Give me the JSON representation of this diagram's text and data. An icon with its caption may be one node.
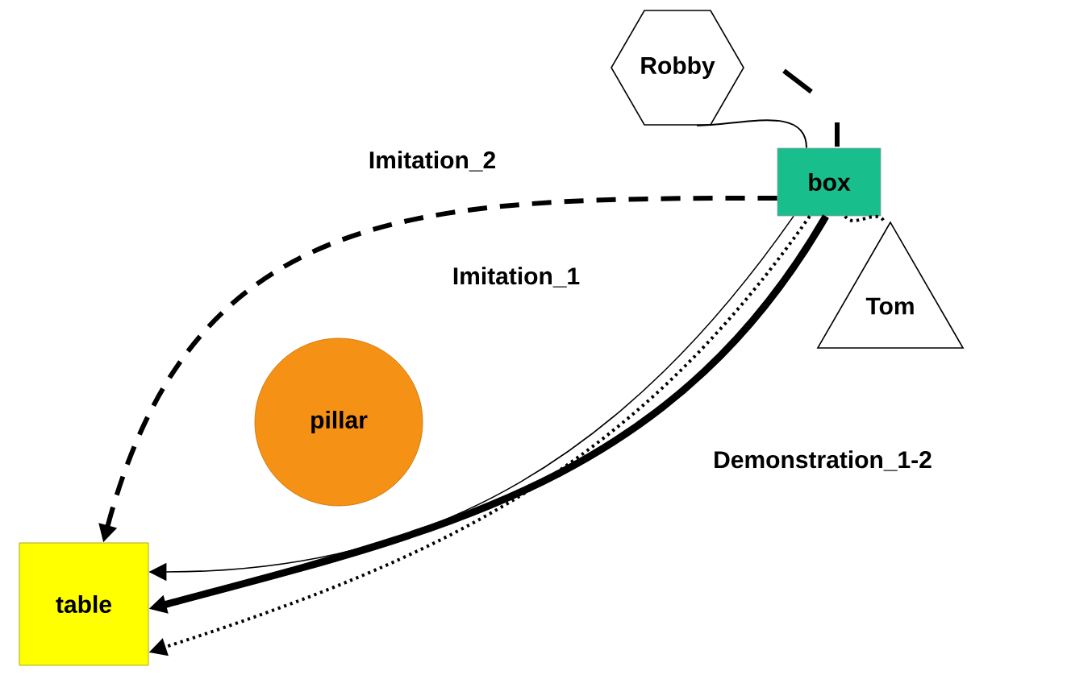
{
  "diagram": {
    "nodes": [
      {
        "text": [
          "Robby"
        ]
      },
      {
        "text": [
          "box"
        ]
      },
      {
        "text": [
          "Tom"
        ]
      },
      {
        "text": [
          "pillar"
        ]
      },
      {
        "text": [
          "table"
        ]
      }
    ],
    "edges": [
      {
        "from": 1,
        "to": 4,
        "arrow": "to",
        "style": "dashed",
        "label": "Imitation_2"
      },
      {
        "from": 1,
        "to": 4,
        "arrow": "to",
        "label": "Imitation_1"
      },
      {
        "from": 1,
        "to": 4,
        "arrow": "to",
        "style": "thick",
        "label": "Demonstration_1-2"
      },
      {
        "from": 1,
        "to": 4,
        "arrow": "to",
        "style": "dashed"
      },
      {
        "from": 0,
        "to": 1,
        "arrow": "none"
      },
      {
        "from": 1,
        "to": 2,
        "arrow": "none",
        "style": "dashed"
      }
    ]
  }
}
